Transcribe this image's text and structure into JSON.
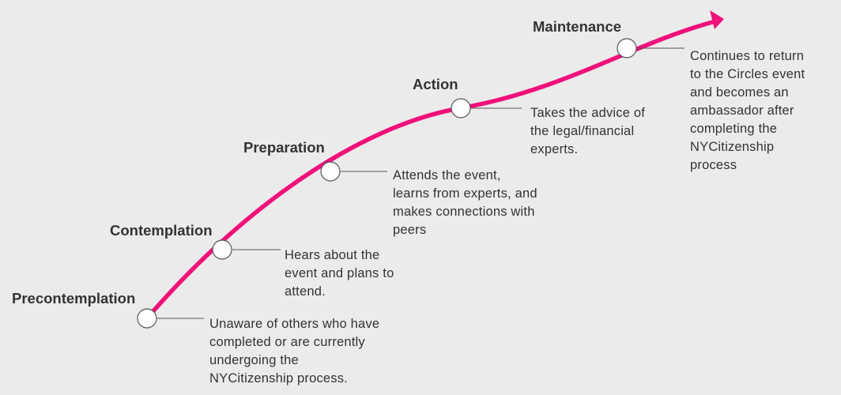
{
  "colors": {
    "background": "#ebebeb",
    "curve": "#f0117a",
    "node_fill": "#ffffff",
    "node_stroke": "#555555",
    "leader_line": "#555555",
    "text": "#333333"
  },
  "stages": [
    {
      "title": "Precontemplation",
      "description_lines": [
        "Unaware of others who have",
        "completed or are currently",
        "undergoing the",
        "NYCitizenship process."
      ]
    },
    {
      "title": "Contemplation",
      "description_lines": [
        "Hears about the",
        "event and plans to",
        "attend."
      ]
    },
    {
      "title": "Preparation",
      "description_lines": [
        "Attends the event,",
        "learns from experts, and",
        "makes connections with",
        "peers"
      ]
    },
    {
      "title": "Action",
      "description_lines": [
        "Takes the advice of",
        "the legal/financial",
        "experts."
      ]
    },
    {
      "title": "Maintenance",
      "description_lines": [
        "Continues to return",
        "to the Circles event",
        "and becomes an",
        "ambassador after",
        "completing the",
        "NYCitizenship",
        "process"
      ]
    }
  ]
}
